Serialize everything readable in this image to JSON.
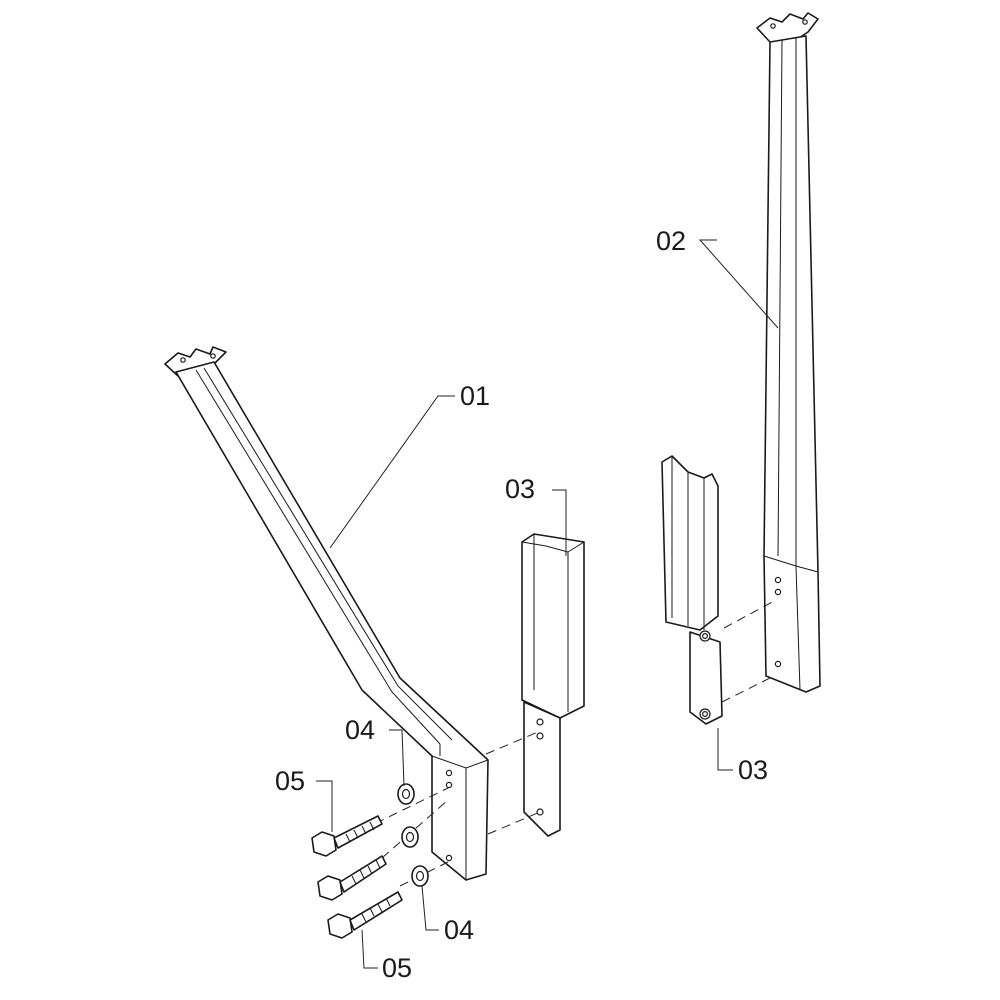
{
  "callouts": {
    "c01": "01",
    "c02": "02",
    "c03_left": "03",
    "c03_right": "03",
    "c04_top": "04",
    "c04_bottom": "04",
    "c05_top": "05",
    "c05_bottom": "05"
  }
}
